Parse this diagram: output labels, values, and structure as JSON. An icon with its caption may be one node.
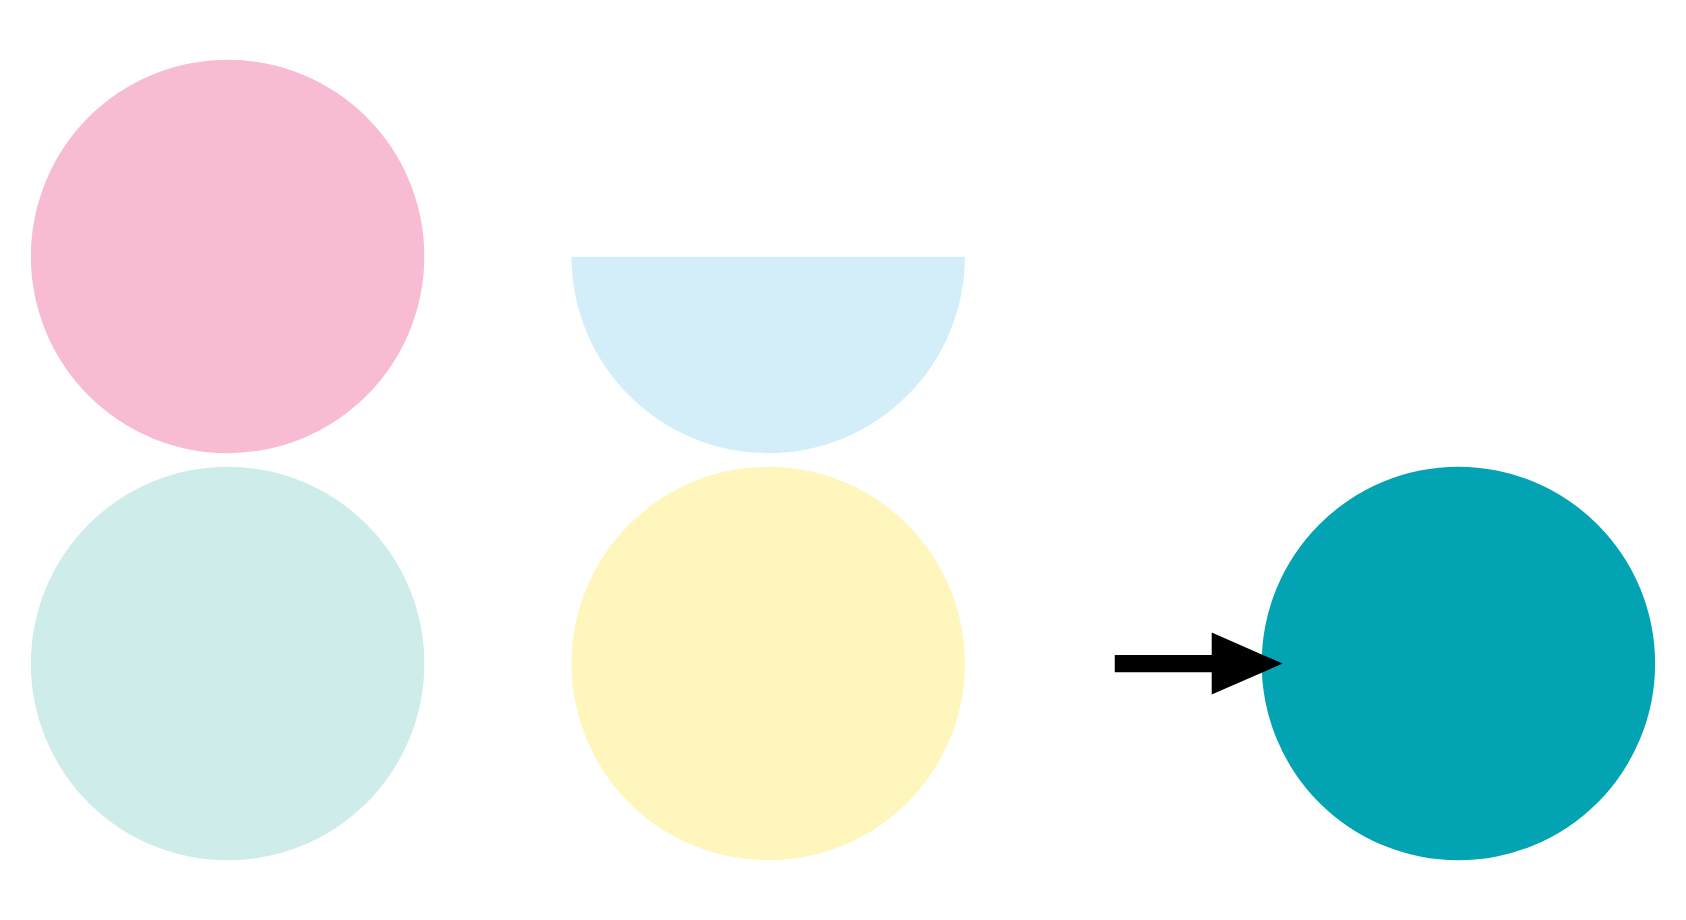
{
  "diagram": {
    "nodes": [
      {
        "text": [],
        "shape": "circle"
      },
      {
        "text": [],
        "shape": "circle"
      },
      {
        "text": [],
        "shape": "circle"
      },
      {
        "text": [],
        "shape": "semicircle"
      },
      {
        "text": [],
        "shape": "circle"
      }
    ],
    "edges": [
      {
        "from": null,
        "to": 4,
        "arrow": "to"
      }
    ]
  }
}
